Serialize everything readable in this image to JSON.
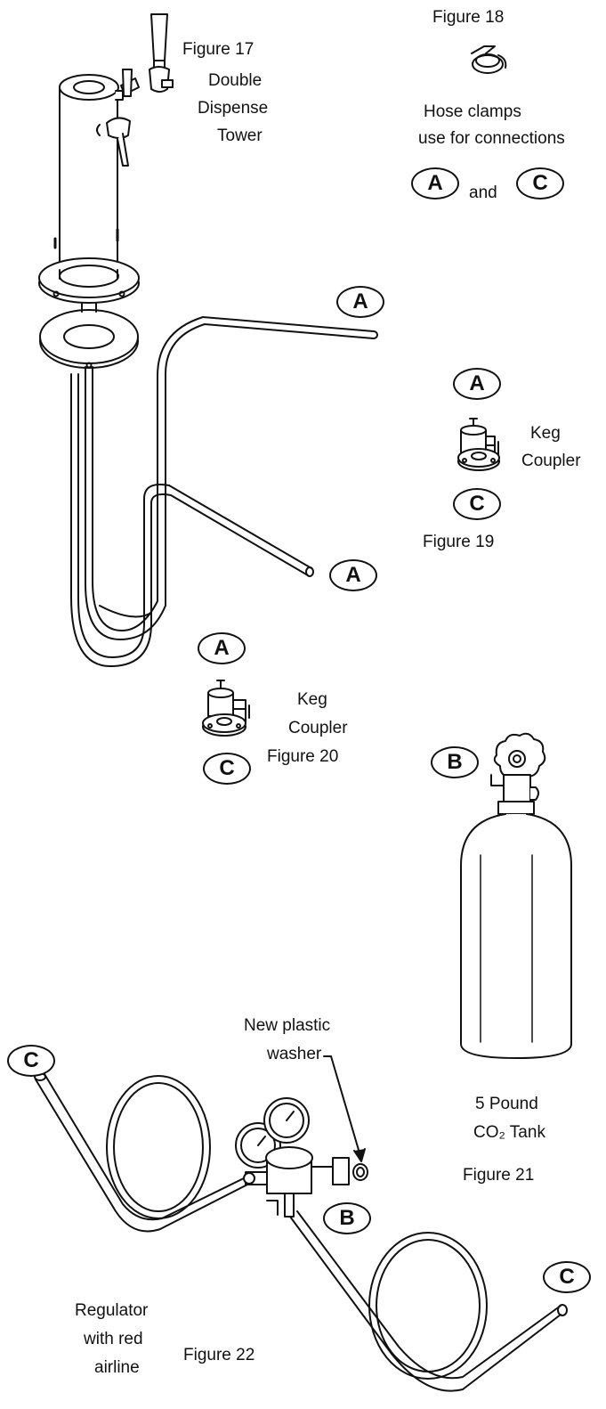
{
  "figures": {
    "fig17": {
      "caption": "Figure 17",
      "line1": "Double",
      "line2": "Dispense",
      "line3": "Tower"
    },
    "fig18": {
      "caption": "Figure 18",
      "line1": "Hose clamps",
      "line2": "use for connections",
      "joiner": "and"
    },
    "fig19": {
      "caption": "Figure 19",
      "line1": "Keg",
      "line2": "Coupler"
    },
    "fig20": {
      "caption": "Figure 20",
      "line1": "Keg",
      "line2": "Coupler"
    },
    "fig21": {
      "caption": "Figure 21",
      "line1": "5 Pound",
      "line2": "CO₂ Tank"
    },
    "fig22": {
      "caption": "Figure 22",
      "line1": "Regulator",
      "line2": "with red",
      "line3": "airline"
    }
  },
  "washer_note": {
    "line1": "New plastic",
    "line2": "washer"
  },
  "labels": {
    "a": "A",
    "b": "B",
    "c": "C"
  }
}
